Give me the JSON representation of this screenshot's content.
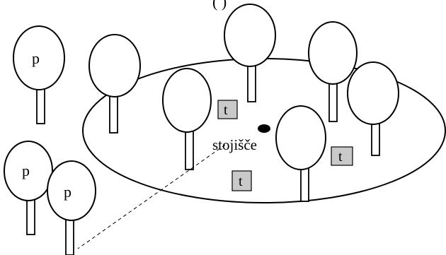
{
  "top_fragment": "(     )",
  "stand": {
    "label": "stojišče"
  },
  "trees": [
    {
      "label": "p"
    },
    {
      "label": ""
    },
    {
      "label": ""
    },
    {
      "label": ""
    },
    {
      "label": ""
    },
    {
      "label": ""
    },
    {
      "label": ""
    },
    {
      "label": "p"
    },
    {
      "label": "p"
    }
  ],
  "markers": [
    {
      "label": "t"
    },
    {
      "label": "t"
    },
    {
      "label": "t"
    }
  ],
  "colors": {
    "stroke": "#000000",
    "marker_fill": "#c9c9c9",
    "background": "#ffffff"
  }
}
